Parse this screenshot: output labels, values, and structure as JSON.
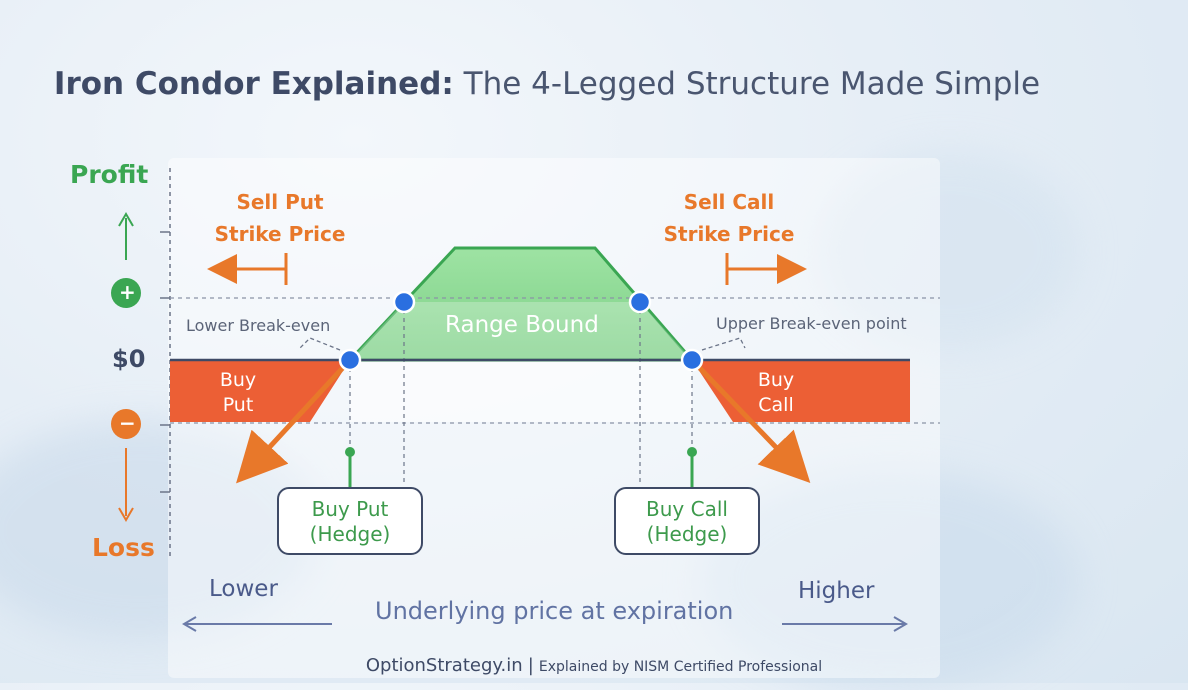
{
  "title": {
    "main": "Iron Condor Explained:",
    "sub": "The 4-Legged Structure Made Simple"
  },
  "axis": {
    "profit": "Profit",
    "loss": "Loss",
    "zero": "$0",
    "plus": "+",
    "minus": "−",
    "xlabel": "Underlying price at expiration",
    "lower": "Lower",
    "higher": "Higher"
  },
  "labels": {
    "sell_put": [
      "Sell Put",
      "Strike Price"
    ],
    "sell_call": [
      "Sell Call",
      "Strike Price"
    ],
    "lower_breakeven": "Lower Break-even",
    "upper_breakeven": "Upper Break-even point",
    "range_bound": "Range Bound",
    "buy_put": [
      "Buy",
      "Put"
    ],
    "buy_call": [
      "Buy",
      "Call"
    ],
    "buy_put_hedge": [
      "Buy Put",
      "(Hedge)"
    ],
    "buy_call_hedge": [
      "Buy Call",
      "(Hedge)"
    ]
  },
  "footer": {
    "brand": "OptionStrategy.in",
    "separator": "|",
    "note": "Explained by NISM Certified Professional"
  },
  "colors": {
    "profit_green": "#3aa652",
    "loss_orange": "#e8782a",
    "loss_fill": "#ec5f35",
    "profit_fill": "#86d88f",
    "marker_blue": "#2a6fe0",
    "axis_text": "#3e4a66"
  }
}
